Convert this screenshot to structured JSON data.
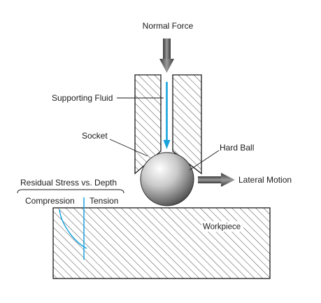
{
  "labels": {
    "normal_force": "Normal Force",
    "supporting_fluid": "Supporting Fluid",
    "socket": "Socket",
    "hard_ball": "Hard Ball",
    "lateral_motion": "Lateral Motion",
    "residual_stress": "Residual Stress vs. Depth",
    "compression": "Compression",
    "tension": "Tension",
    "workpiece": "Workpiece"
  },
  "colors": {
    "fluid": "#19a3dc",
    "stress_curve": "#19a3dc",
    "arrow_fill": "#555555",
    "outline": "#1a1a1a"
  }
}
